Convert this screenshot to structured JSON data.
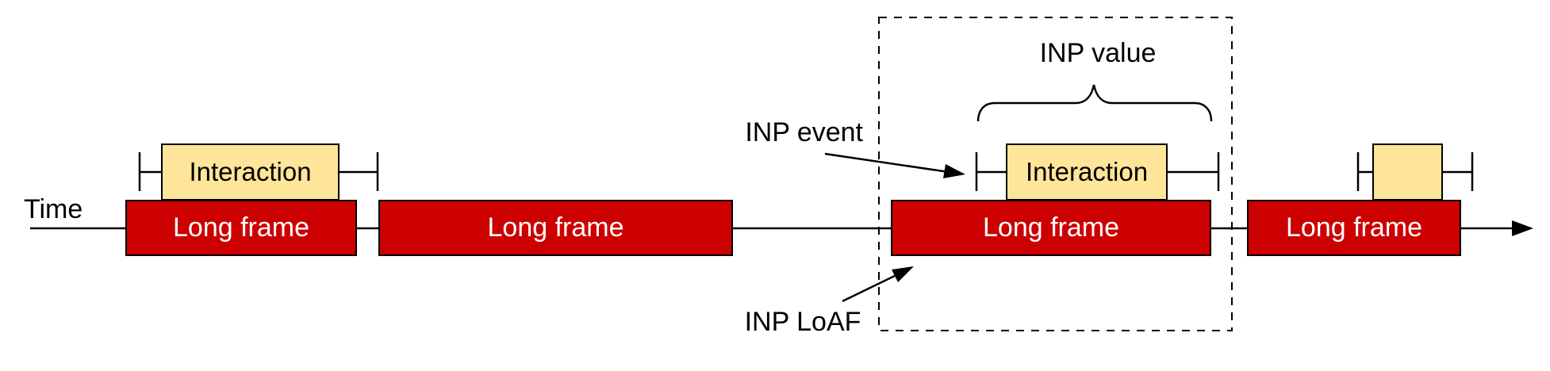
{
  "labels": {
    "time": "Time",
    "inp_value": "INP value",
    "inp_event": "INP event",
    "inp_loaf": "INP LoAF"
  },
  "frames": [
    {
      "label": "Long frame"
    },
    {
      "label": "Long frame"
    },
    {
      "label": "Long frame"
    },
    {
      "label": "Long frame"
    }
  ],
  "interactions": [
    {
      "label": "Interaction"
    },
    {
      "label": "Interaction"
    },
    {
      "label": ""
    }
  ],
  "colors": {
    "long_frame_fill": "#cc0000",
    "long_frame_text": "#ffffff",
    "interaction_fill": "#ffe599",
    "outline": "#000000",
    "background": "#ffffff"
  }
}
